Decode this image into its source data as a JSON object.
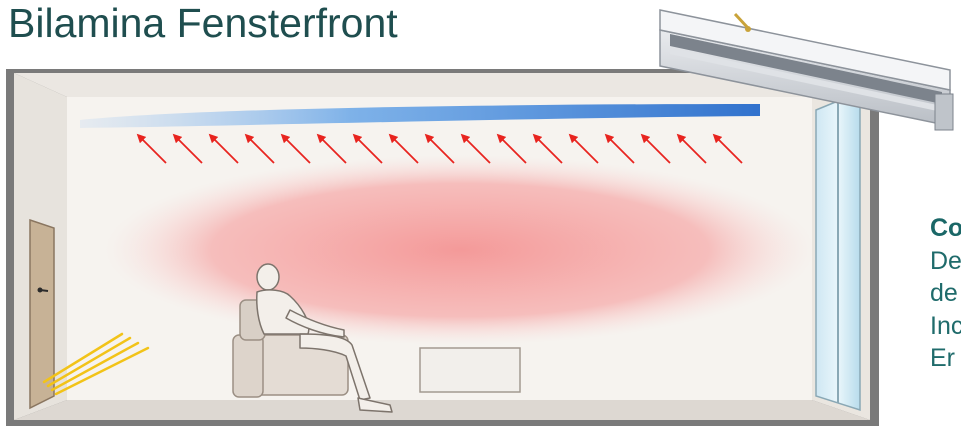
{
  "title": "Bilamina Fensterfront",
  "caption": {
    "heading": "Co",
    "lines": [
      "De",
      "de",
      "Inc",
      "Er"
    ]
  },
  "colors": {
    "title": "#1f4e4f",
    "caption": "#1f6b6b",
    "heat_zone": "#f48a8a",
    "cool_air_jet": "#1e6fd9",
    "arrows": "#e8241f",
    "floor_heating": "#f2c318"
  },
  "icons": {
    "diffuser": "linear-slot-diffuser-icon",
    "person": "seated-person-icon",
    "door": "door-icon",
    "radiator": "radiator-icon"
  }
}
